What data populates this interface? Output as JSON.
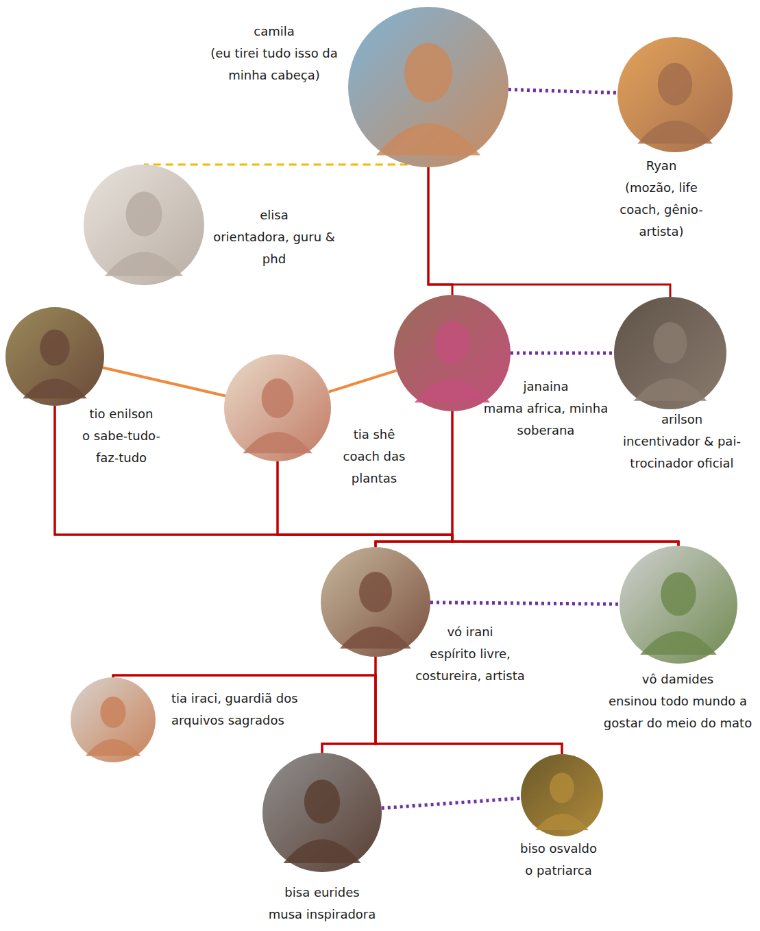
{
  "diagram": {
    "nodes": [
      {
        "text": [
          "camila",
          "(eu tirei tudo isso da minha cabeça)"
        ]
      },
      {
        "text": [
          "Ryan",
          "(mozão, life coach, gênio-artista)"
        ]
      },
      {
        "text": [
          "elisa",
          "orientadora, guru & phd"
        ]
      },
      {
        "text": [
          "tio enilson",
          "o sabe-tudo-faz-tudo"
        ]
      },
      {
        "text": [
          "tia shê",
          "coach das plantas"
        ]
      },
      {
        "text": [
          "janaina",
          "mama africa, minha soberana"
        ]
      },
      {
        "text": [
          "arilson",
          "incentivador & pai-trocinador oficial"
        ]
      },
      {
        "text": [
          "vó irani",
          "espírito livre, costureira, artista"
        ]
      },
      {
        "text": [
          "vô damides",
          "ensinou todo mundo a gostar do meio do mato"
        ]
      },
      {
        "text": [
          "tia iraci, guardiã dos arquivos sagrados"
        ]
      },
      {
        "text": [
          "bisa eurides",
          "musa inspiradora"
        ]
      },
      {
        "text": [
          "biso osvaldo",
          "o patriarca"
        ]
      }
    ],
    "edges": [
      {
        "from": 0,
        "to": 1,
        "arrow": "none"
      },
      {
        "from": 0,
        "to": 2,
        "arrow": "none"
      },
      {
        "from": 5,
        "to": 0,
        "arrow": "none"
      },
      {
        "from": 6,
        "to": 0,
        "arrow": "none"
      },
      {
        "from": 5,
        "to": 6,
        "arrow": "none"
      },
      {
        "from": 3,
        "to": 4,
        "arrow": "none"
      },
      {
        "from": 4,
        "to": 5,
        "arrow": "none"
      },
      {
        "from": 7,
        "to": 3,
        "arrow": "none"
      },
      {
        "from": 7,
        "to": 4,
        "arrow": "none"
      },
      {
        "from": 7,
        "to": 5,
        "arrow": "none"
      },
      {
        "from": 8,
        "to": 3,
        "arrow": "none"
      },
      {
        "from": 8,
        "to": 4,
        "arrow": "none"
      },
      {
        "from": 8,
        "to": 5,
        "arrow": "none"
      },
      {
        "from": 7,
        "to": 8,
        "arrow": "none"
      },
      {
        "from": 10,
        "to": 7,
        "arrow": "none"
      },
      {
        "from": 10,
        "to": 9,
        "arrow": "none"
      },
      {
        "from": 11,
        "to": 7,
        "arrow": "none"
      },
      {
        "from": 11,
        "to": 9,
        "arrow": "none"
      },
      {
        "from": 10,
        "to": 11,
        "arrow": "none"
      }
    ]
  }
}
